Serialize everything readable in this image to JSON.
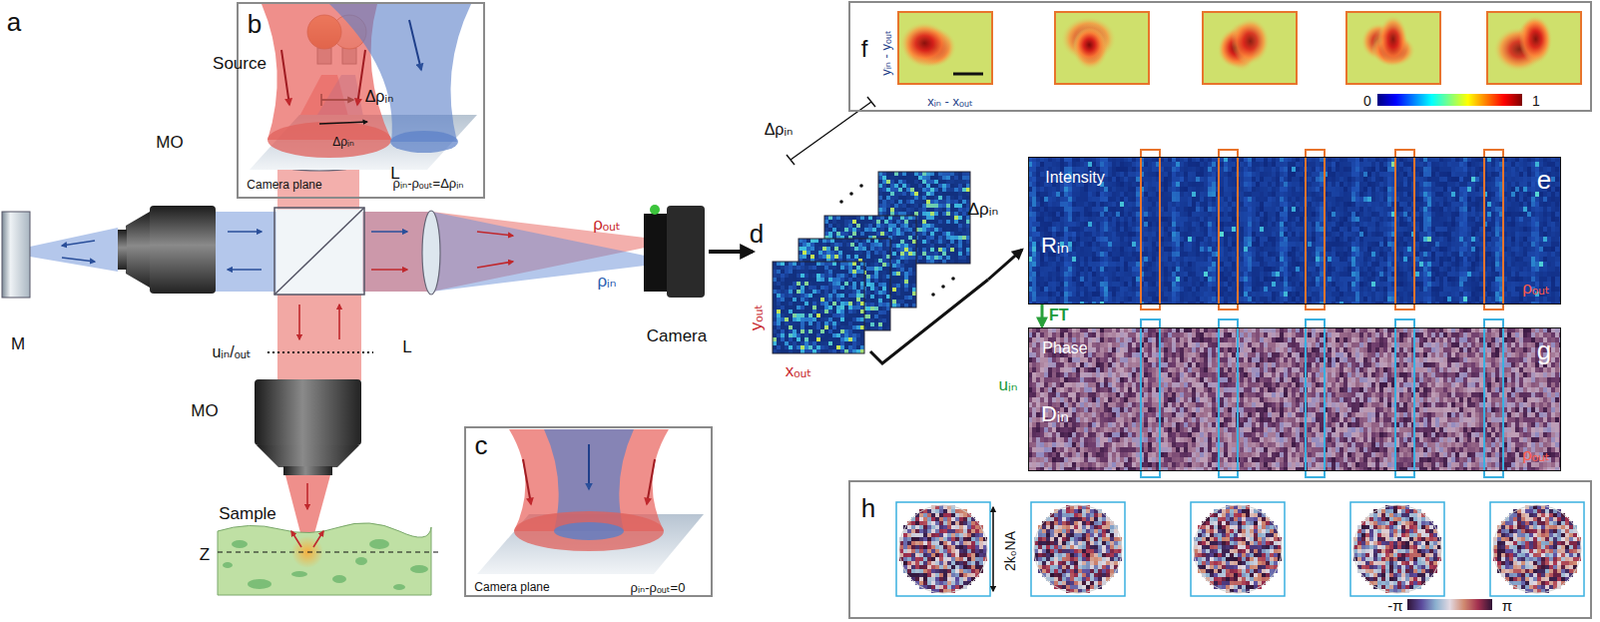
{
  "diagram": {
    "nodes": [
      {
        "text": [
          "b",
          "Camera plane",
          "ρᵢₙ-ρₒᵤₜ=Δρᵢₙ",
          "Δρᵢₙ"
        ]
      },
      {
        "text": [
          "c",
          "Camera plane",
          "ρᵢₙ-ρₒᵤₜ=0"
        ]
      },
      {
        "text": [
          "f",
          "yᵢₙ - yₒᵤₜ",
          "xᵢₙ - xₒᵤₜ",
          "0",
          "1"
        ]
      },
      {
        "text": [
          "Intensity",
          "Rᵢₙ",
          "ρₒᵤₜ",
          "e"
        ]
      },
      {
        "text": [
          "Phase",
          "Dᵢₙ",
          "ρₒᵤₜ",
          "g"
        ]
      },
      {
        "text": [
          "h",
          "2k₀NA",
          "-π",
          "π"
        ]
      }
    ],
    "edges": [
      {
        "from": 3,
        "to": 4,
        "label": "FT",
        "arrow": "to"
      }
    ],
    "labels": [
      "a",
      "Source",
      "Δρᵢₙ",
      "MO",
      "M",
      "L",
      "L",
      "MO",
      "uᵢₙ/ₒᵤₜ",
      "Sample",
      "Z",
      "Camera",
      "ρₒᵤₜ",
      "ρᵢₙ",
      "d",
      "Δρᵢₙ",
      "yₒᵤₜ",
      "xₒᵤₜ",
      "Δρᵢₙ",
      "uᵢₙ"
    ]
  }
}
